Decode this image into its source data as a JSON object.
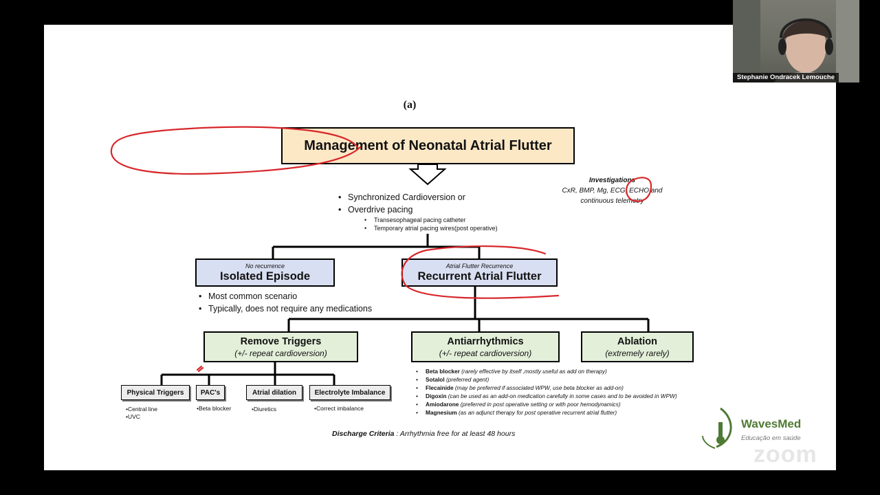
{
  "slide": {
    "panel_label": "(a)",
    "title": "Management of Neonatal Atrial Flutter",
    "top_bullets": [
      "Synchronized Cardioversion or",
      "Overdrive pacing"
    ],
    "sub_bullets": [
      "Transesophageal pacing catheter",
      "Temporary atrial pacing wires(post operative)"
    ],
    "investigations": {
      "heading": "Investigations",
      "line1": "CxR, BMP, Mg, ECG, ECHO and",
      "line2": "continuous telemetry"
    },
    "isolated": {
      "small": "No recurrence",
      "big": "Isolated Episode"
    },
    "recurrent": {
      "small": "Atrial Flutter Recurrence",
      "big": "Recurrent  Atrial Flutter"
    },
    "isolated_bullets": [
      "Most common scenario",
      "Typically, does not require any medications"
    ],
    "remove": {
      "title": "Remove Triggers",
      "sub": "(+/- repeat cardioversion)"
    },
    "antiarr": {
      "title": "Antiarrhythmics",
      "sub": "(+/- repeat cardioversion)"
    },
    "ablation": {
      "title": "Ablation",
      "sub": "(extremely rarely)"
    },
    "triggers": [
      {
        "label": "Physical Triggers",
        "notes": [
          "•Central line",
          "•UVC"
        ]
      },
      {
        "label": "PAC's",
        "notes": [
          "•Beta blocker"
        ]
      },
      {
        "label": "Atrial dilation",
        "notes": [
          "•Diuretics"
        ]
      },
      {
        "label": "Electrolyte Imbalance",
        "notes": [
          "•Correct imbalance"
        ]
      }
    ],
    "drugs": [
      {
        "name": "Beta blocker",
        "note": "(rarely effective by itself ,mostly useful as add on therapy)"
      },
      {
        "name": "Sotalol",
        "note": "(preferred agent)"
      },
      {
        "name": "Flecainide",
        "note": "(may be preferred if associated WPW, use beta blocker as add-on)"
      },
      {
        "name": "Digoxin",
        "note": "(can be used as an add-on medication carefully in some cases and to be avoided in WPW)"
      },
      {
        "name": "Amiodarone",
        "note": "(preferred in post operative setting or with poor hemodynamics)"
      },
      {
        "name": "Magnesium",
        "note": "(as an adjunct therapy for post operative recurrent atrial flutter)"
      }
    ],
    "discharge": {
      "label": "Discharge Criteria",
      "text": " : Arrhythmia free for at least 48 hours"
    }
  },
  "participant": {
    "name": "Stephanie Ondracek Lemouche"
  },
  "brand": {
    "name": "WavesMed",
    "tagline": "Educação em saúde"
  },
  "watermark": "zoom",
  "colors": {
    "title_box": "#fde8c6",
    "blue_box": "#d9dff2",
    "green_box": "#e3efd9",
    "annotation": "#d8262a",
    "brand": "#4f7a34"
  }
}
